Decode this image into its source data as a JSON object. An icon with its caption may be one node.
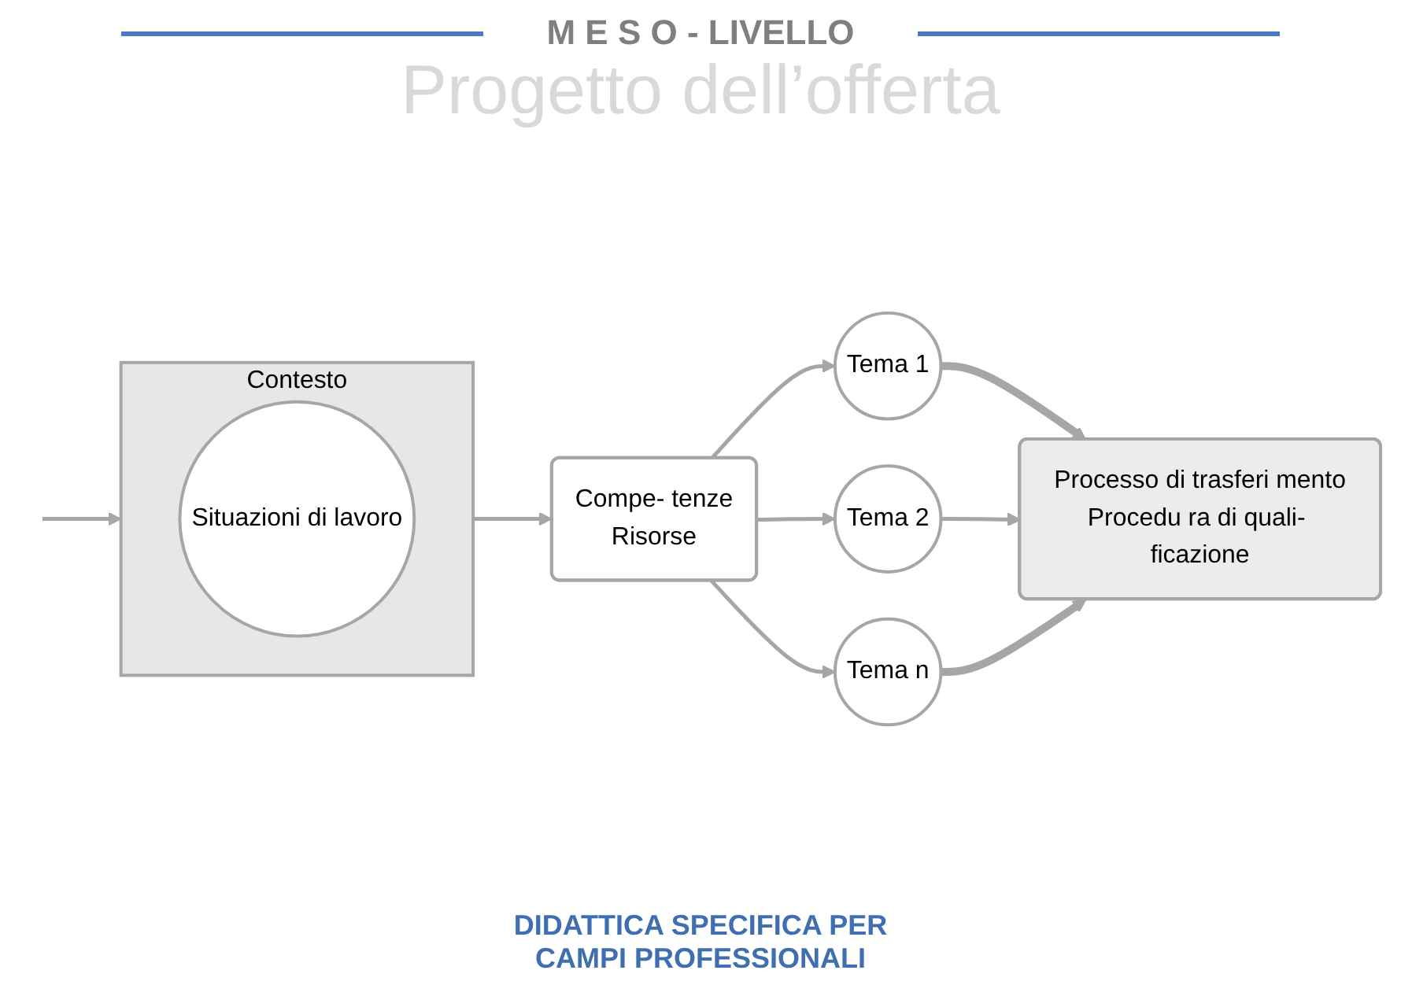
{
  "diagram": {
    "title": "M E S O - LIVELLO",
    "caption": "DIDATTICA SPECIFICA PER CAMPI PROFESSIONALI",
    "labels": [
      "Progetto dell’offerta"
    ],
    "nodes": [
      {
        "text": [
          "Contesto"
        ]
      },
      {
        "text": [
          "Situazioni di lavoro"
        ],
        "in": 0
      },
      {
        "text": [
          "Compe- tenze",
          "Risorse"
        ]
      },
      {
        "text": [
          "Tema 1"
        ]
      },
      {
        "text": [
          "Tema 2"
        ]
      },
      {
        "text": [
          "Tema n"
        ]
      },
      {
        "text": [
          "Processo di trasferi mento",
          "Procedu ra di quali- ficazione"
        ]
      }
    ],
    "edges": [
      {
        "from": null,
        "to": 0,
        "arrow": "to"
      },
      {
        "from": 0,
        "to": 2,
        "arrow": "to"
      },
      {
        "from": 2,
        "to": 3,
        "arrow": "to"
      },
      {
        "from": 2,
        "to": 4,
        "arrow": "to"
      },
      {
        "from": 2,
        "to": 5,
        "arrow": "to"
      },
      {
        "from": 3,
        "to": 6,
        "arrow": "to",
        "style": "thick"
      },
      {
        "from": 4,
        "to": 6,
        "arrow": "to"
      },
      {
        "from": 5,
        "to": 6,
        "arrow": "to",
        "style": "thick"
      }
    ]
  }
}
